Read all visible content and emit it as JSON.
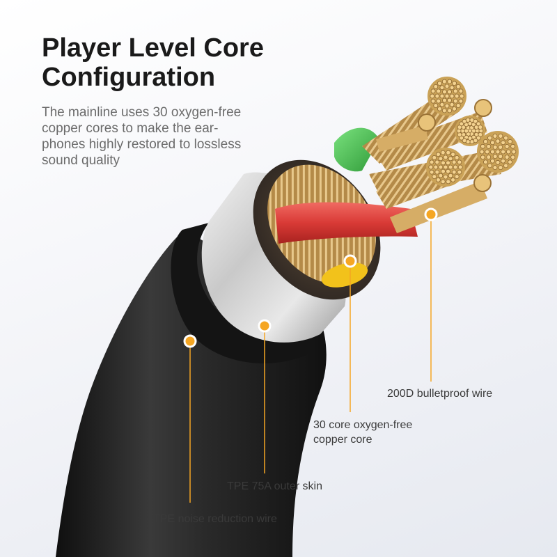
{
  "headline": {
    "line1": "Player Level Core",
    "line2": "Configuration"
  },
  "description": {
    "line1": "The mainline uses 30 oxygen-free",
    "line2": "copper cores to make the ear-",
    "line3": "phones highly restored to lossless",
    "line4": "sound quality"
  },
  "callouts": {
    "bulletproof": "200D bulletproof wire",
    "copper_line1": "30 core oxygen-free",
    "copper_line2": "copper core",
    "outer_skin": "TPE 75A outer skin",
    "noise": "TPE noise reduction wire"
  },
  "colors": {
    "accent": "#f5a623",
    "cable_black": "#2a2a2a",
    "copper": "#c99a52",
    "red_insulation": "#d93a36",
    "green_insulation": "#3fbf4a",
    "yellow_insulation": "#f2c21b"
  }
}
